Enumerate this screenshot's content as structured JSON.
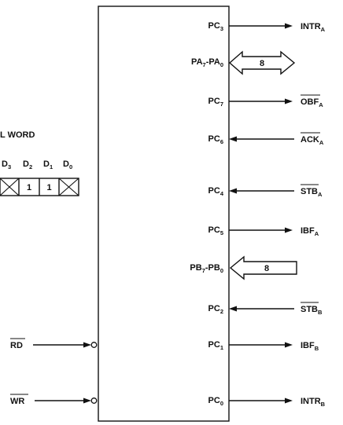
{
  "control_word": {
    "label": "L WORD",
    "bits": [
      {
        "name": "D",
        "sub": "3"
      },
      {
        "name": "D",
        "sub": "2"
      },
      {
        "name": "D",
        "sub": "1"
      },
      {
        "name": "D",
        "sub": "0"
      }
    ],
    "cells": [
      "",
      "1",
      "1",
      ""
    ]
  },
  "chip_pins": [
    {
      "id": "pc3",
      "name": "PC",
      "sub": "3"
    },
    {
      "id": "pa",
      "name": "PA",
      "sub": "7",
      "name2": "-PA",
      "sub2": "0"
    },
    {
      "id": "pc7",
      "name": "PC",
      "sub": "7"
    },
    {
      "id": "pc6",
      "name": "PC",
      "sub": "6"
    },
    {
      "id": "pc4",
      "name": "PC",
      "sub": "4"
    },
    {
      "id": "pc5",
      "name": "PC",
      "sub": "5"
    },
    {
      "id": "pb",
      "name": "PB",
      "sub": "7",
      "name2": "-PB",
      "sub2": "0"
    },
    {
      "id": "pc2",
      "name": "PC",
      "sub": "2"
    },
    {
      "id": "pc1",
      "name": "PC",
      "sub": "1"
    },
    {
      "id": "pc0",
      "name": "PC",
      "sub": "0"
    }
  ],
  "signals": [
    {
      "id": "intra",
      "name": "INTR",
      "sub": "A",
      "overline": false
    },
    {
      "id": "obfa",
      "name": "OBF",
      "sub": "A",
      "overline": true
    },
    {
      "id": "acka",
      "name": "ACK",
      "sub": "A",
      "overline": true
    },
    {
      "id": "stba",
      "name": "STB",
      "sub": "A",
      "overline": true
    },
    {
      "id": "ibfa",
      "name": "IBF",
      "sub": "A",
      "overline": false
    },
    {
      "id": "stbb",
      "name": "STB",
      "sub": "B",
      "overline": true
    },
    {
      "id": "ibfb",
      "name": "IBF",
      "sub": "B",
      "overline": false
    },
    {
      "id": "intrb",
      "name": "INTR",
      "sub": "B",
      "overline": false
    }
  ],
  "bus_widths": {
    "port_a": "8",
    "port_b": "8"
  },
  "inputs": [
    {
      "id": "rd",
      "name": "RD",
      "overline": true
    },
    {
      "id": "wr",
      "name": "WR",
      "overline": true
    }
  ]
}
